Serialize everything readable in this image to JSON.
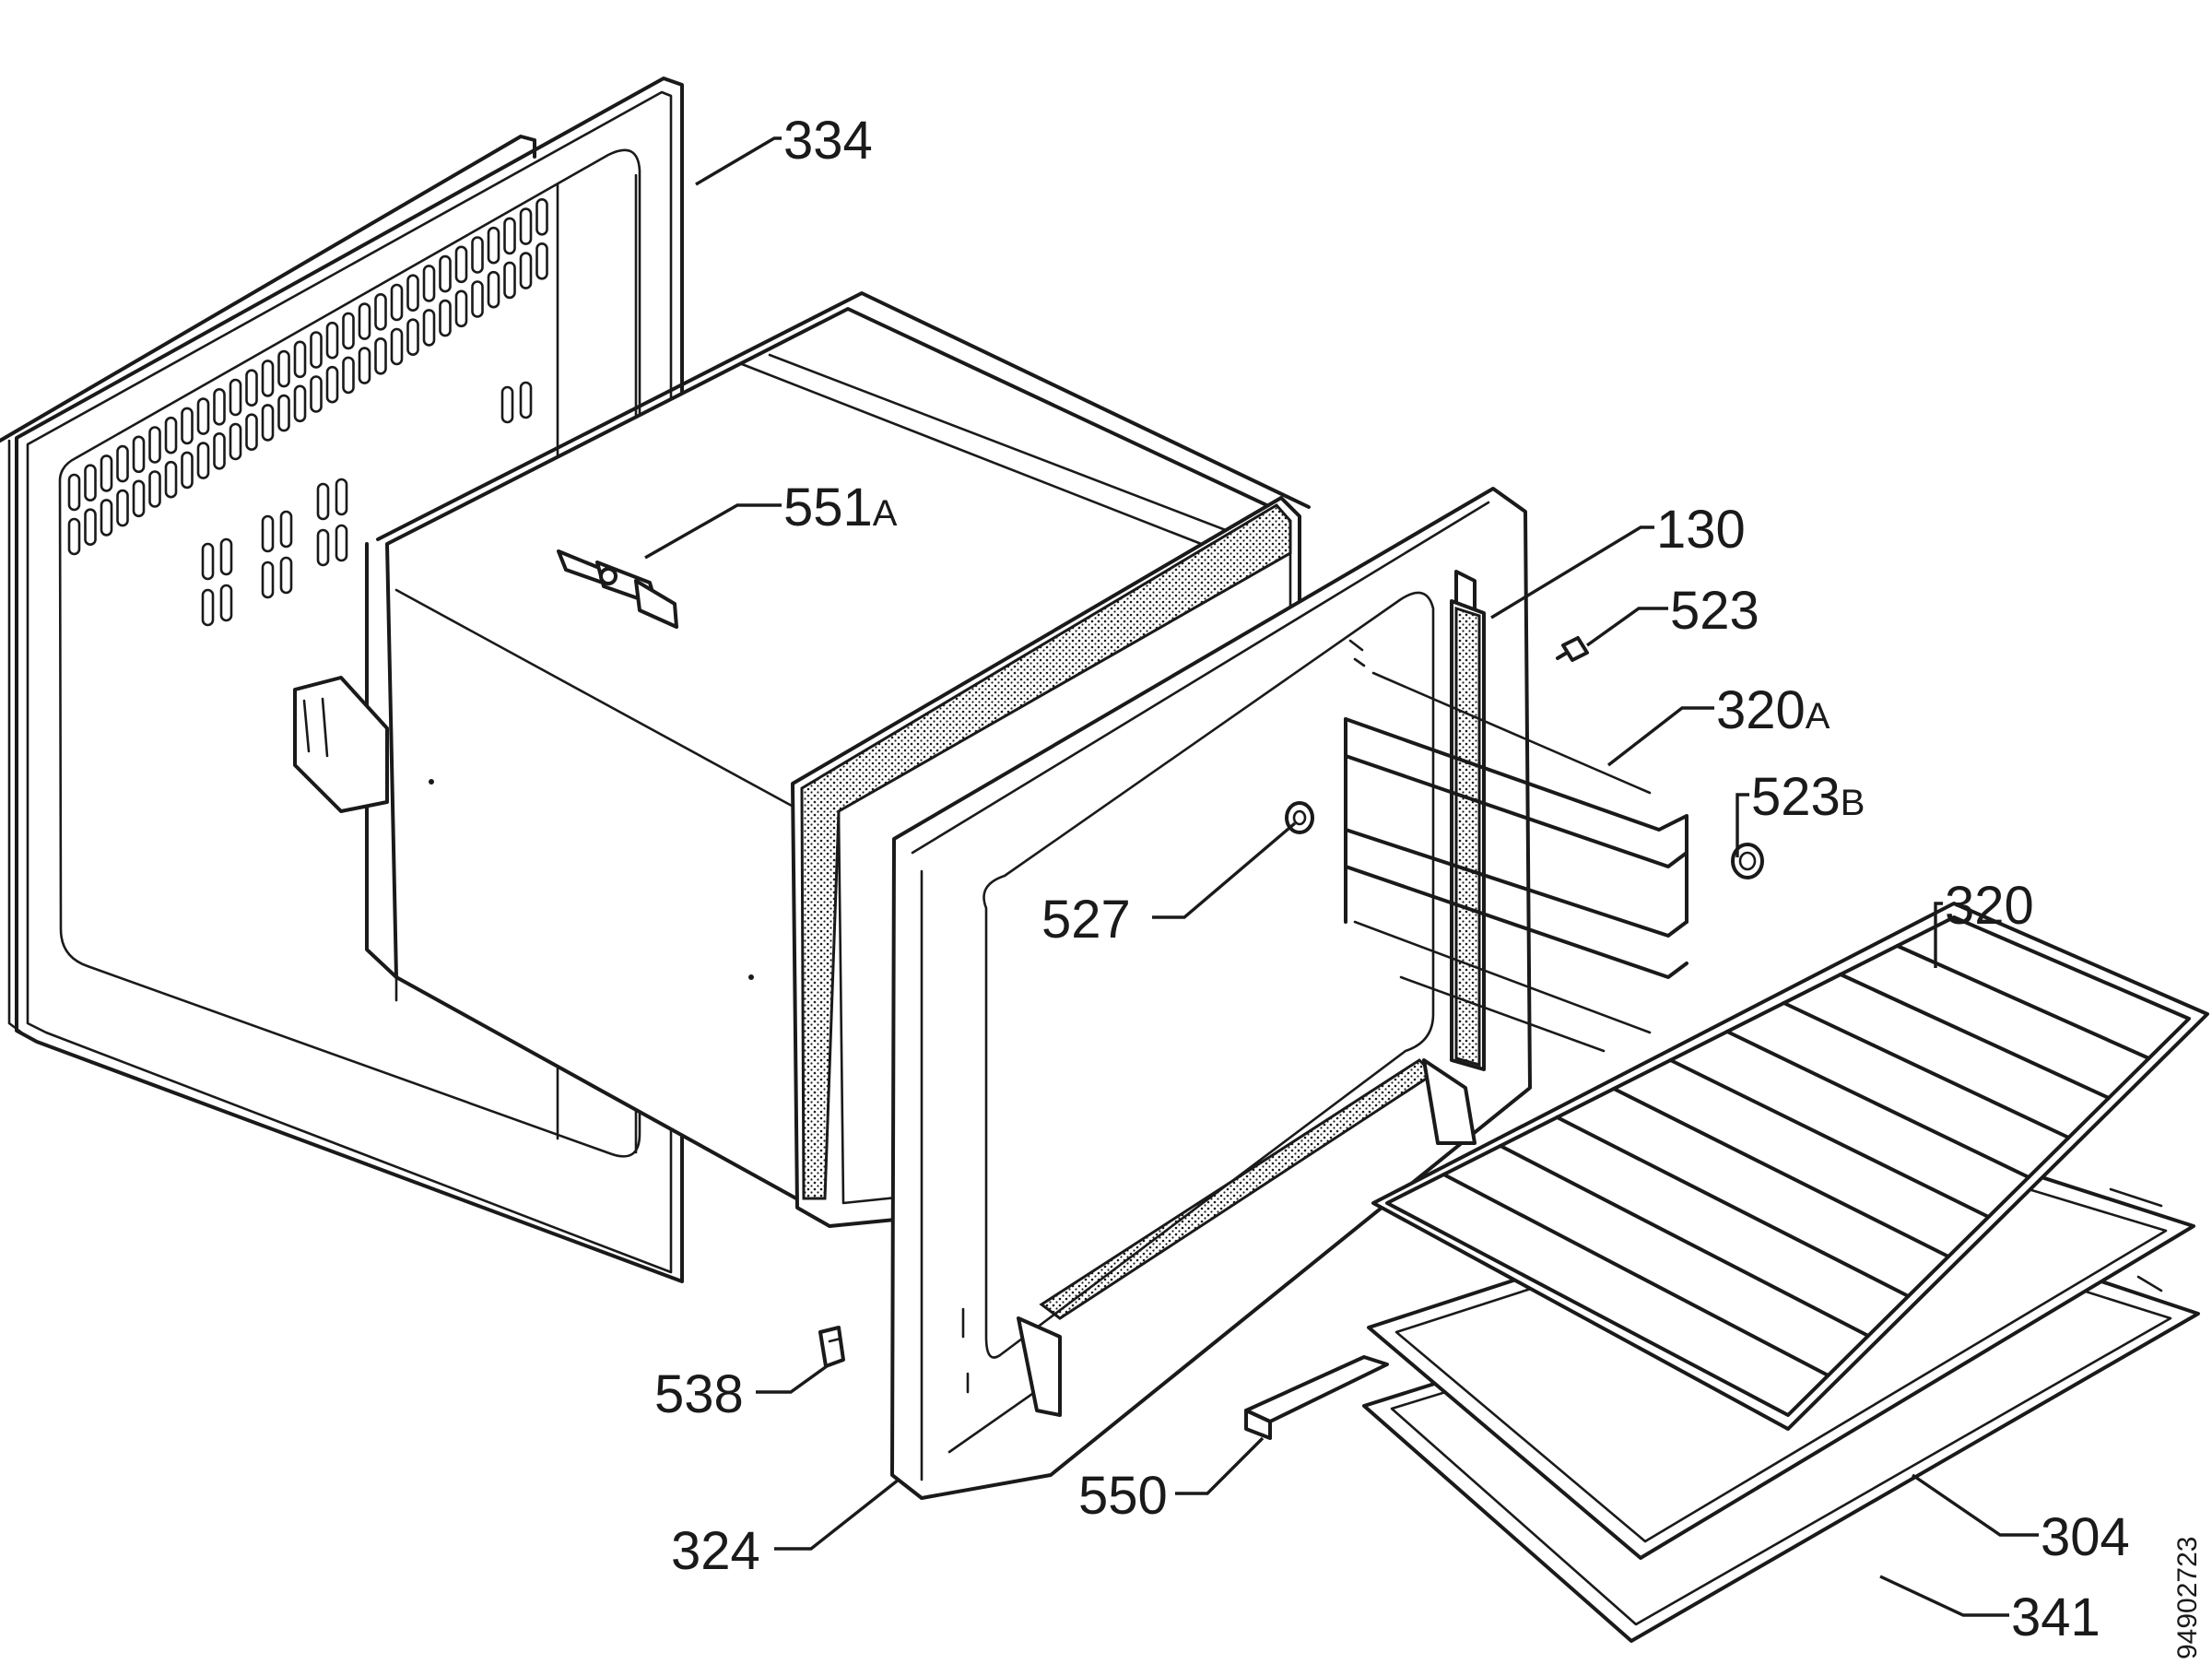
{
  "diagram": {
    "callouts": [
      {
        "id": "c334",
        "num": "334",
        "suffix": ""
      },
      {
        "id": "c551a",
        "num": "551",
        "suffix": "A"
      },
      {
        "id": "c130",
        "num": "130",
        "suffix": ""
      },
      {
        "id": "c523",
        "num": "523",
        "suffix": ""
      },
      {
        "id": "c320a",
        "num": "320",
        "suffix": "A"
      },
      {
        "id": "c523b",
        "num": "523",
        "suffix": "B"
      },
      {
        "id": "c320",
        "num": "320",
        "suffix": ""
      },
      {
        "id": "c527",
        "num": "527",
        "suffix": ""
      },
      {
        "id": "c538",
        "num": "538",
        "suffix": ""
      },
      {
        "id": "c550",
        "num": "550",
        "suffix": ""
      },
      {
        "id": "c324",
        "num": "324",
        "suffix": ""
      },
      {
        "id": "c304",
        "num": "304",
        "suffix": ""
      },
      {
        "id": "c341",
        "num": "341",
        "suffix": ""
      }
    ],
    "drawing_number": "94902723"
  }
}
